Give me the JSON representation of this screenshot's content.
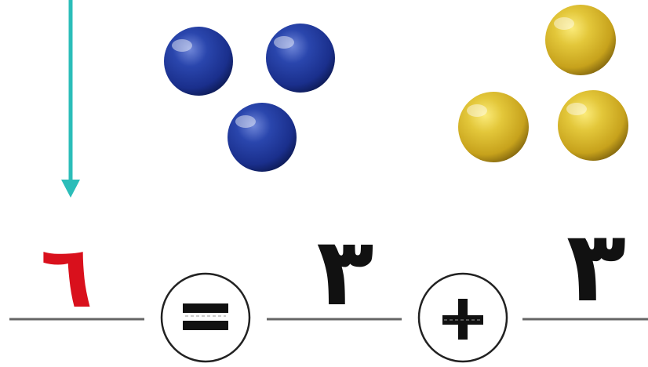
{
  "equation": {
    "addend_right": "٣",
    "addend_middle": "٣",
    "result": "٦",
    "plus_symbol": "+",
    "equals_symbol": "="
  },
  "groups": [
    {
      "name": "yellow-group",
      "count": 3,
      "color": "#d9b92a"
    },
    {
      "name": "blue-group",
      "count": 3,
      "color": "#1f3596"
    }
  ],
  "colors": {
    "arrow": "#2bbdb9",
    "result_digit": "#d9101c",
    "digit": "#111111",
    "line": "#666666",
    "circle_stroke": "#222222"
  }
}
